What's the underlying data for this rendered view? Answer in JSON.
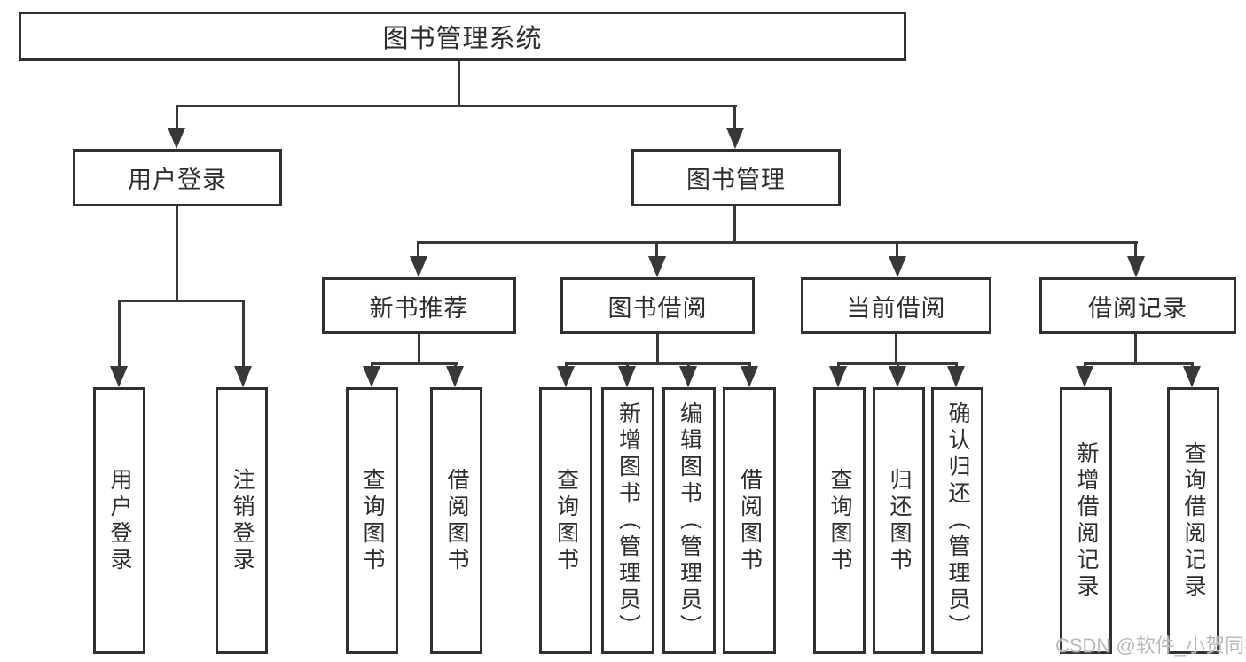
{
  "tree": {
    "root": "图书管理系统",
    "children": [
      {
        "label": "用户登录",
        "children": [
          "用户登录",
          "注销登录"
        ]
      },
      {
        "label": "图书管理",
        "children": [
          {
            "label": "新书推荐",
            "children": [
              "查询图书",
              "借阅图书"
            ]
          },
          {
            "label": "图书借阅",
            "children": [
              "查询图书",
              "新增图书（管理员）",
              "编辑图书（管理员）",
              "借阅图书"
            ]
          },
          {
            "label": "当前借阅",
            "children": [
              "查询图书",
              "归还图书",
              "确认归还（管理员）"
            ]
          },
          {
            "label": "借阅记录",
            "children": [
              "新增借阅记录",
              "查询借阅记录"
            ]
          }
        ]
      }
    ]
  },
  "watermark": "CSDN @软件_小贺同学",
  "colors": {
    "line": "#383838",
    "box_border": "#303030",
    "box_fill": "#ffffff",
    "text": "#2d2d2d",
    "watermark": "#b9b9b9"
  }
}
